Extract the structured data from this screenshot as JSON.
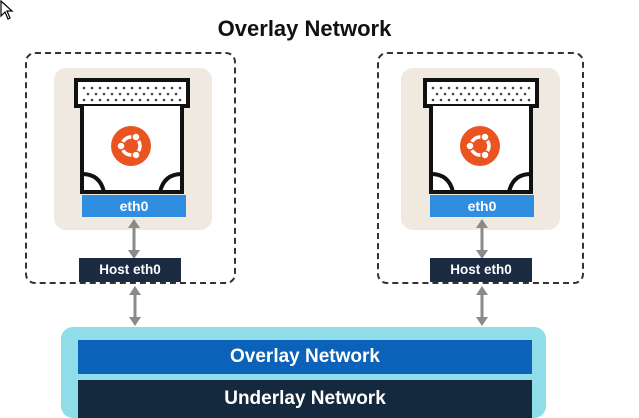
{
  "diagram": {
    "title": "Overlay Network",
    "hosts": [
      {
        "container_interface": "eth0",
        "host_interface": "Host eth0",
        "container_icon": "ubuntu-logo-icon"
      },
      {
        "container_interface": "eth0",
        "host_interface": "Host eth0",
        "container_icon": "ubuntu-logo-icon"
      }
    ],
    "network_layers": {
      "overlay": "Overlay Network",
      "underlay": "Underlay Network"
    },
    "colors": {
      "eth0": "#2f8ee0",
      "host_eth0": "#1a2b42",
      "overlay_bar": "#0c62b8",
      "underlay_bar": "#14283e",
      "outer_network": "#8fdde9",
      "ubuntu": "#e95420",
      "arrow": "#8a8a8a"
    }
  }
}
